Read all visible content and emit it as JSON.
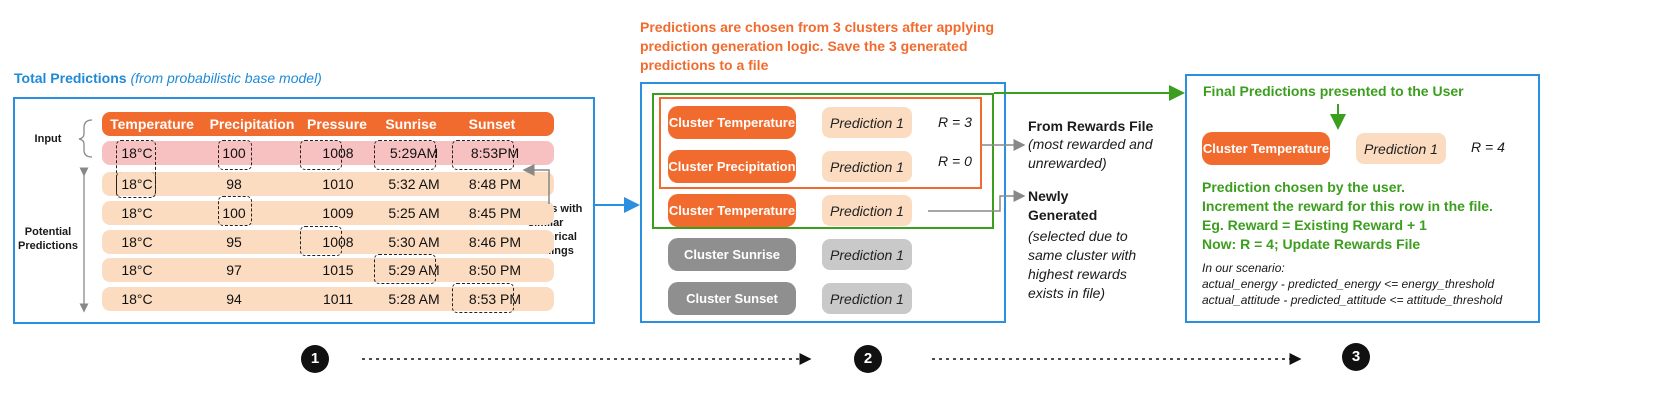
{
  "panel1": {
    "title": "Total Predictions",
    "title_sub": "(from probabilistic base model)",
    "input_label": "Input",
    "potential_label": "Potential Predictions",
    "rows_label": "Rows with similar historical readings",
    "headers": [
      "Temperature",
      "Precipitation",
      "Pressure",
      "Sunrise",
      "Sunset"
    ],
    "input_row": [
      "18°C",
      "100",
      "1008",
      "5:29AM",
      "8:53PM"
    ],
    "rows": [
      [
        "18°C",
        "98",
        "1010",
        "5:32 AM",
        "8:48 PM"
      ],
      [
        "18°C",
        "100",
        "1009",
        "5:25 AM",
        "8:45 PM"
      ],
      [
        "18°C",
        "95",
        "1008",
        "5:30 AM",
        "8:46 PM"
      ],
      [
        "18°C",
        "97",
        "1015",
        "5:29 AM",
        "8:50 PM"
      ],
      [
        "18°C",
        "94",
        "1011",
        "5:28 AM",
        "8:53 PM"
      ]
    ]
  },
  "panel2": {
    "title": "Predictions are chosen from 3 clusters after applying prediction generation logic. Save the 3 generated predictions to a file",
    "clusters": [
      {
        "name": "Cluster Temperature",
        "prediction": "Prediction 1",
        "r": "R = 3",
        "color": "#f26b2e"
      },
      {
        "name": "Cluster Precipitation",
        "prediction": "Prediction 1",
        "r": "R = 0",
        "color": "#f26b2e"
      },
      {
        "name": "Cluster Temperature",
        "prediction": "Prediction 1",
        "r": "",
        "color": "#f26b2e"
      },
      {
        "name": "Cluster Sunrise",
        "prediction": "Prediction 1",
        "r": "",
        "color": "#8f8f8f"
      },
      {
        "name": "Cluster Sunset",
        "prediction": "Prediction 1",
        "r": "",
        "color": "#8f8f8f"
      }
    ],
    "rewards_title": "From Rewards File",
    "rewards_sub": "(most rewarded and unrewarded)",
    "new_title": "Newly Generated",
    "new_sub": "(selected due to same cluster with highest rewards exists in file)"
  },
  "panel3": {
    "title": "Final Predictions presented to the User",
    "cluster": "Cluster Temperature",
    "prediction": "Prediction 1",
    "r": "R = 4",
    "lines": [
      "Prediction chosen by the user.",
      "Increment the reward for this row in the file.",
      "Eg. Reward = Existing Reward + 1",
      "Now: R = 4; Update Rewards File"
    ],
    "scenario_title": "In our scenario:",
    "scenario_lines": [
      "actual_energy - predicted_energy <= energy_threshold",
      "actual_attitude - predicted_attitude <= attitude_threshold"
    ]
  },
  "steps": [
    "1",
    "2",
    "3"
  ],
  "colors": {
    "blue": "#2b8fe0",
    "orange": "#f26b2e",
    "green": "#3c9e1e",
    "peach": "#fbdcc0"
  }
}
